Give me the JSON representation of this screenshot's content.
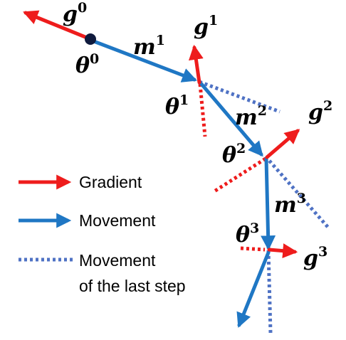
{
  "colors": {
    "gradient": "#ee1c1c",
    "movement": "#1f77c4",
    "movement_last_step": "#4f72c4",
    "point": "#0f1a3d"
  },
  "symbols": {
    "g0": {
      "base": "g",
      "sup": "0"
    },
    "g1": {
      "base": "g",
      "sup": "1"
    },
    "g2": {
      "base": "g",
      "sup": "2"
    },
    "g3": {
      "base": "g",
      "sup": "3"
    },
    "m1": {
      "base": "m",
      "sup": "1"
    },
    "m2": {
      "base": "m",
      "sup": "2"
    },
    "m3": {
      "base": "m",
      "sup": "3"
    },
    "theta0": {
      "base": "θ",
      "sup": "0"
    },
    "theta1": {
      "base": "θ",
      "sup": "1"
    },
    "theta2": {
      "base": "θ",
      "sup": "2"
    },
    "theta3": {
      "base": "θ",
      "sup": "3"
    }
  },
  "legend": {
    "gradient": "Gradient",
    "movement": "Movement",
    "movement_last_line1": "Movement",
    "movement_last_line2": "of the last step"
  }
}
